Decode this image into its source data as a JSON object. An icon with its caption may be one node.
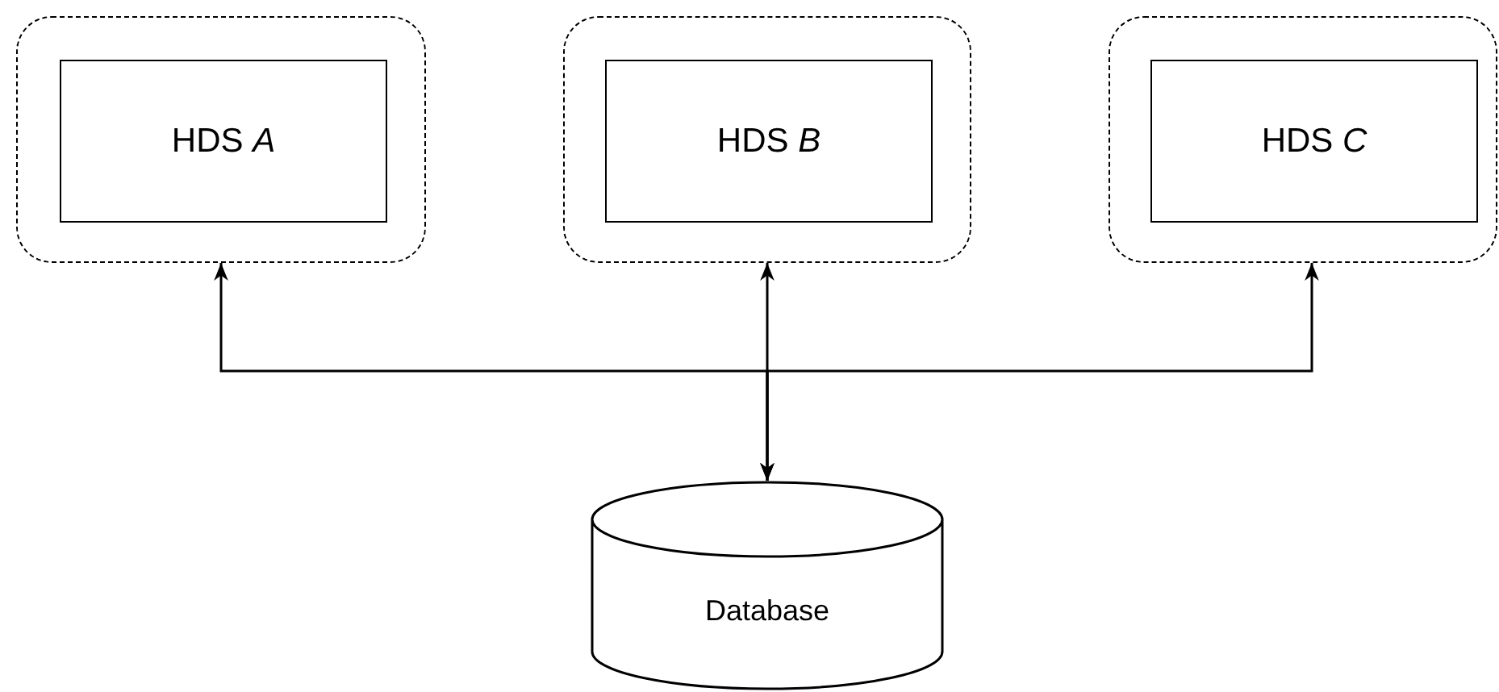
{
  "diagram": {
    "nodes": [
      {
        "text": [],
        "shape": "box"
      },
      {
        "text": [
          "HDS *A*"
        ],
        "in": 0
      },
      {
        "text": [],
        "shape": "box"
      },
      {
        "text": [
          "HDS *B*"
        ],
        "in": 2
      },
      {
        "text": [],
        "shape": "box"
      },
      {
        "text": [
          "HDS *C*"
        ],
        "in": 4
      },
      {
        "text": [
          "Database"
        ]
      }
    ],
    "edges": [
      {
        "from": 6,
        "to": 0,
        "arrow": "both"
      },
      {
        "from": 6,
        "to": 2,
        "arrow": "both"
      },
      {
        "from": 6,
        "to": 4,
        "arrow": "both"
      }
    ]
  }
}
